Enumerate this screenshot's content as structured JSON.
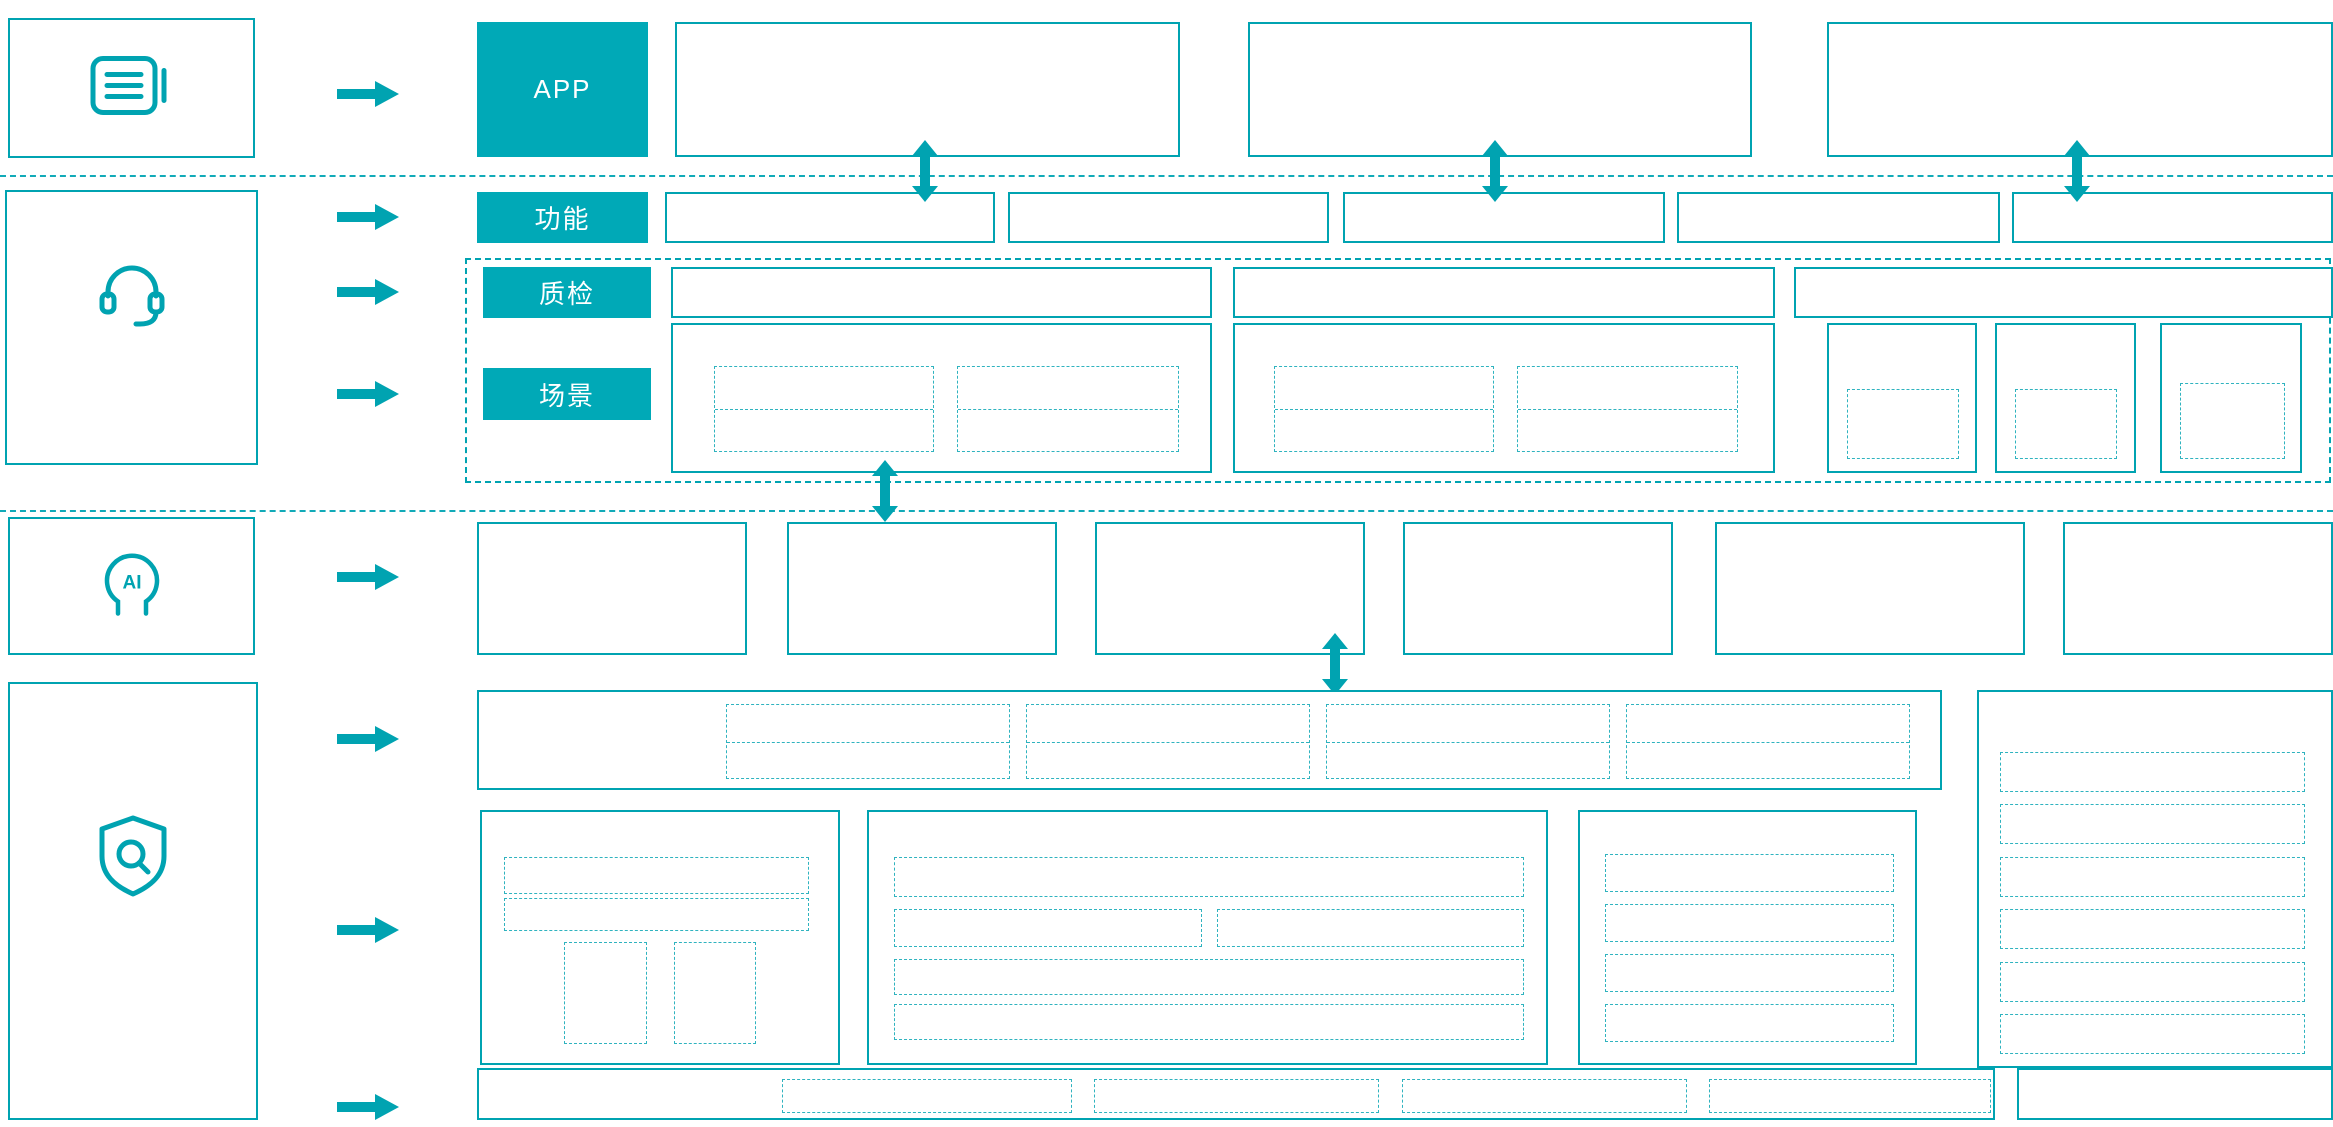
{
  "meta": {
    "diagram_type": "layered-architecture-flow",
    "accent_color": "#00a3b1",
    "chip_fill_color": "#00a9b7",
    "background_color": "#ffffff"
  },
  "labels": {
    "app": "APP",
    "function": "功能",
    "quality_check": "质检",
    "scene": "场景"
  },
  "icons": [
    "database-icon",
    "headset-agent-icon",
    "ai-head-icon",
    "quality-shield-icon"
  ]
}
